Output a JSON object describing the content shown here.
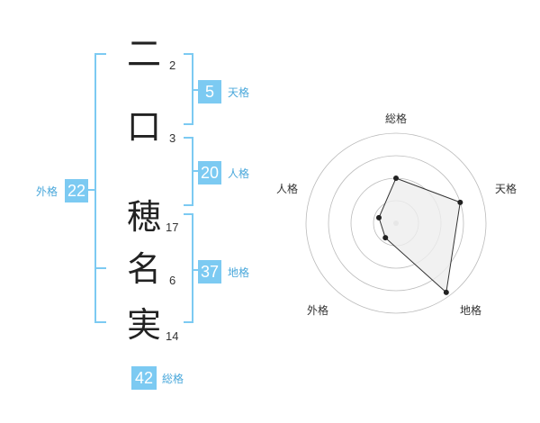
{
  "name_chars": [
    {
      "char": "二",
      "strokes": "2"
    },
    {
      "char": "口",
      "strokes": "3"
    },
    {
      "char": "穂",
      "strokes": "17"
    },
    {
      "char": "名",
      "strokes": "6"
    },
    {
      "char": "実",
      "strokes": "14"
    }
  ],
  "fortunes": {
    "tenkaku": {
      "value": "5",
      "label": "天格"
    },
    "jinkaku": {
      "value": "20",
      "label": "人格"
    },
    "chikaku": {
      "value": "37",
      "label": "地格"
    },
    "gaikaku": {
      "value": "22",
      "label": "外格"
    },
    "soukaku": {
      "value": "42",
      "label": "総格"
    }
  },
  "chart_data": {
    "type": "radar",
    "axes": [
      "総格",
      "天格",
      "地格",
      "外格",
      "人格"
    ],
    "values": [
      0.5,
      0.75,
      0.95,
      0.2,
      0.2
    ],
    "scale_max": 1,
    "rings": 4,
    "colors": {
      "fill": "#eeeeee",
      "line": "#333333",
      "grid": "#bbbbbb"
    }
  },
  "colors": {
    "accent": "#7ccaf2",
    "label": "#4aa8db"
  }
}
